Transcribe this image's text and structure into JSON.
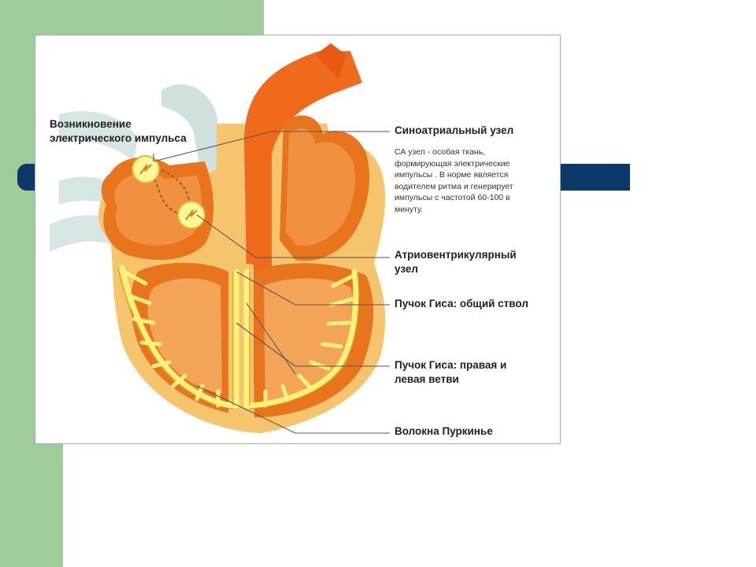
{
  "labels": {
    "impulse_origin": "Возникновение\nэлектрического импульса",
    "sa_node_title": "Синоатриальный узел",
    "sa_node_desc": "СА узел - особая ткань,\nформирующая электрические\nимпульсы . В норме является\nводителем ритма и генерирует\nимпульсы с частотой 60-100 в\nминуту.",
    "av_node": "Атриовентрикулярный\nузел",
    "his_trunk": "Пучок Гиса: общий ствол",
    "his_branches": "Пучок Гиса: правая и\nлевая ветви",
    "purkinje": "Волокна Пуркинье"
  },
  "colors": {
    "sidebar_green": "#9fcc9a",
    "accent_navy": "#0b3a6a",
    "heart_outer": "#f7c46e",
    "heart_muscle": "#e8741e",
    "aorta": "#f06a1c",
    "vessels": "#cfe0df",
    "conduction": "#fff27a"
  }
}
